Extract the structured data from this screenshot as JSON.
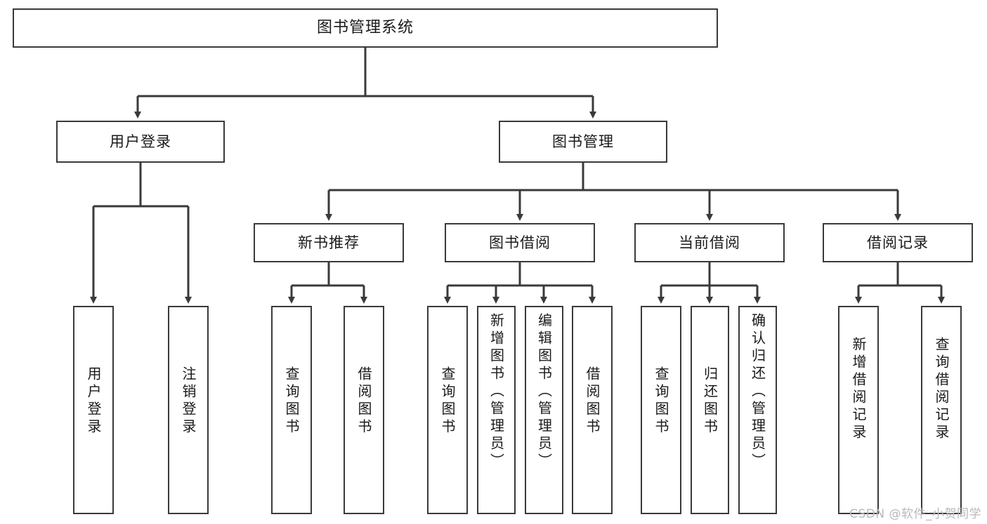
{
  "diagram": {
    "type": "tree-hierarchy",
    "title": "图书管理系统",
    "root": {
      "label": "图书管理系统"
    },
    "level2": [
      {
        "label": "用户登录"
      },
      {
        "label": "图书管理"
      }
    ],
    "level3": [
      {
        "label": "新书推荐"
      },
      {
        "label": "图书借阅"
      },
      {
        "label": "当前借阅"
      },
      {
        "label": "借阅记录"
      }
    ],
    "leaves": [
      {
        "label": "用户登录",
        "parent": "用户登录"
      },
      {
        "label": "注销登录",
        "parent": "用户登录"
      },
      {
        "label": "查询图书",
        "parent": "新书推荐"
      },
      {
        "label": "借阅图书",
        "parent": "新书推荐"
      },
      {
        "label": "查询图书",
        "parent": "图书借阅"
      },
      {
        "label": "新增图书（管理员）",
        "parent": "图书借阅"
      },
      {
        "label": "编辑图书（管理员）",
        "parent": "图书借阅"
      },
      {
        "label": "借阅图书",
        "parent": "图书借阅"
      },
      {
        "label": "查询图书",
        "parent": "当前借阅"
      },
      {
        "label": "归还图书",
        "parent": "当前借阅"
      },
      {
        "label": "确认归还（管理员）",
        "parent": "当前借阅"
      },
      {
        "label": "新增借阅记录",
        "parent": "借阅记录"
      },
      {
        "label": "查询借阅记录",
        "parent": "借阅记录"
      }
    ]
  },
  "watermark": {
    "text": "CSDN @软件_小贺同学"
  },
  "colors": {
    "stroke": "#3a3a3a",
    "text": "#1a1a1a",
    "background": "#ffffff",
    "watermark": "#b8b8b8"
  }
}
